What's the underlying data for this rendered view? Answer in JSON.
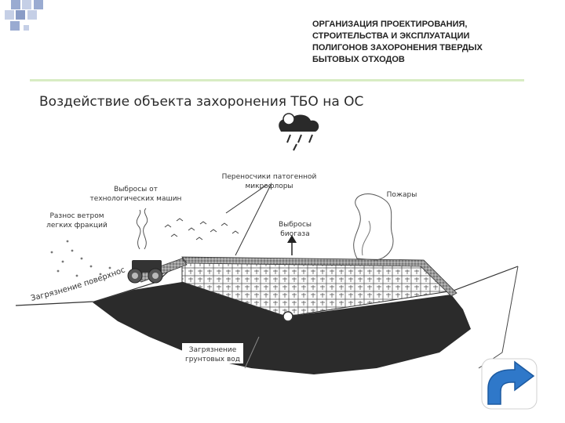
{
  "header": {
    "title_lines": [
      "ОРГАНИЗАЦИЯ ПРОЕКТИРОВАНИЯ,",
      "СТРОИТЕЛЬСТВА И ЭКСПЛУАТАЦИИ",
      "ПОЛИГОНОВ ЗАХОРОНЕНИЯ ТВЕРДЫХ",
      "БЫТОВЫХ ОТХОДОВ"
    ]
  },
  "slide": {
    "title": "Воздействие объекта захоронения ТБО на ОС"
  },
  "diagram": {
    "labels": {
      "machines_line1": "Выбросы от",
      "machines_line2": "технологических машин",
      "pathogens_line1": "Переносчики патогенной",
      "pathogens_line2": "микрофлоры",
      "fires": "Пожары",
      "wind_line1": "Разнос ветром",
      "wind_line2": "легких фракций",
      "biogas_line1": "Выбросы",
      "biogas_line2": "биогаза",
      "surface_runoff": "Загрязнение поверхностного стока",
      "groundwater_line1": "Загрязнение",
      "groundwater_line2": "грунтовых вод"
    }
  },
  "colors": {
    "accent_square": "#8a9cc6",
    "divider": "#d8ecc3",
    "next_button": "#2f78c9",
    "ground": "#2a2a2a"
  }
}
